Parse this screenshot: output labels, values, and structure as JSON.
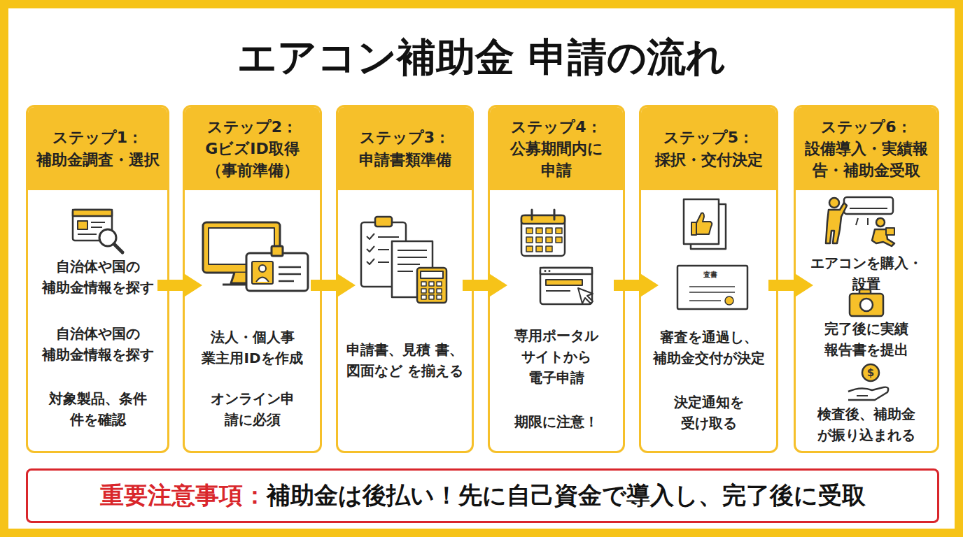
{
  "diagram": {
    "title": "エアコン補助金 申請の流れ",
    "nodes": [
      {
        "text": [
          "ステップ1： 補助金調査・選択",
          "自治体や国の 補助金情報を探す",
          "自治体や国の 補助金情報を探す",
          "対象製品、条件 件を確認"
        ]
      },
      {
        "text": [
          "ステップ2： GビズID取得 （事前準備）",
          "法人・個人事 業主用IDを作成",
          "オンライン申 請に必須"
        ]
      },
      {
        "text": [
          "ステップ3： 申請書類準備",
          "申請書、見積 書、図面など を揃える"
        ]
      },
      {
        "text": [
          "ステップ4： 公募期間内に 申請",
          "専用ポータル サイトから 電子申請",
          "期限に注意！"
        ]
      },
      {
        "text": [
          "ステップ5： 採択・交付決定",
          "審査を通過し、 補助金交付が決定",
          "決定通知を 受け取る"
        ]
      },
      {
        "text": [
          "ステップ6： 設備導入・実績報 告・補助金受取",
          "エアコンを購入・ 設置",
          "完了後に実績 報告書を提出",
          "検査後、補助金 が振り込まれる"
        ]
      },
      {
        "text": [
          "重要注意事項：",
          "補助金は後払い！先に自己資金で導入し、完了後に受取"
        ]
      }
    ],
    "edges": [
      {
        "from": 0,
        "to": 1,
        "arrow": "to"
      },
      {
        "from": 1,
        "to": 2,
        "arrow": "to"
      },
      {
        "from": 2,
        "to": 3,
        "arrow": "to"
      },
      {
        "from": 3,
        "to": 4,
        "arrow": "to"
      },
      {
        "from": 4,
        "to": 5,
        "arrow": "to"
      }
    ],
    "labels": [
      "査書",
      "$"
    ]
  }
}
